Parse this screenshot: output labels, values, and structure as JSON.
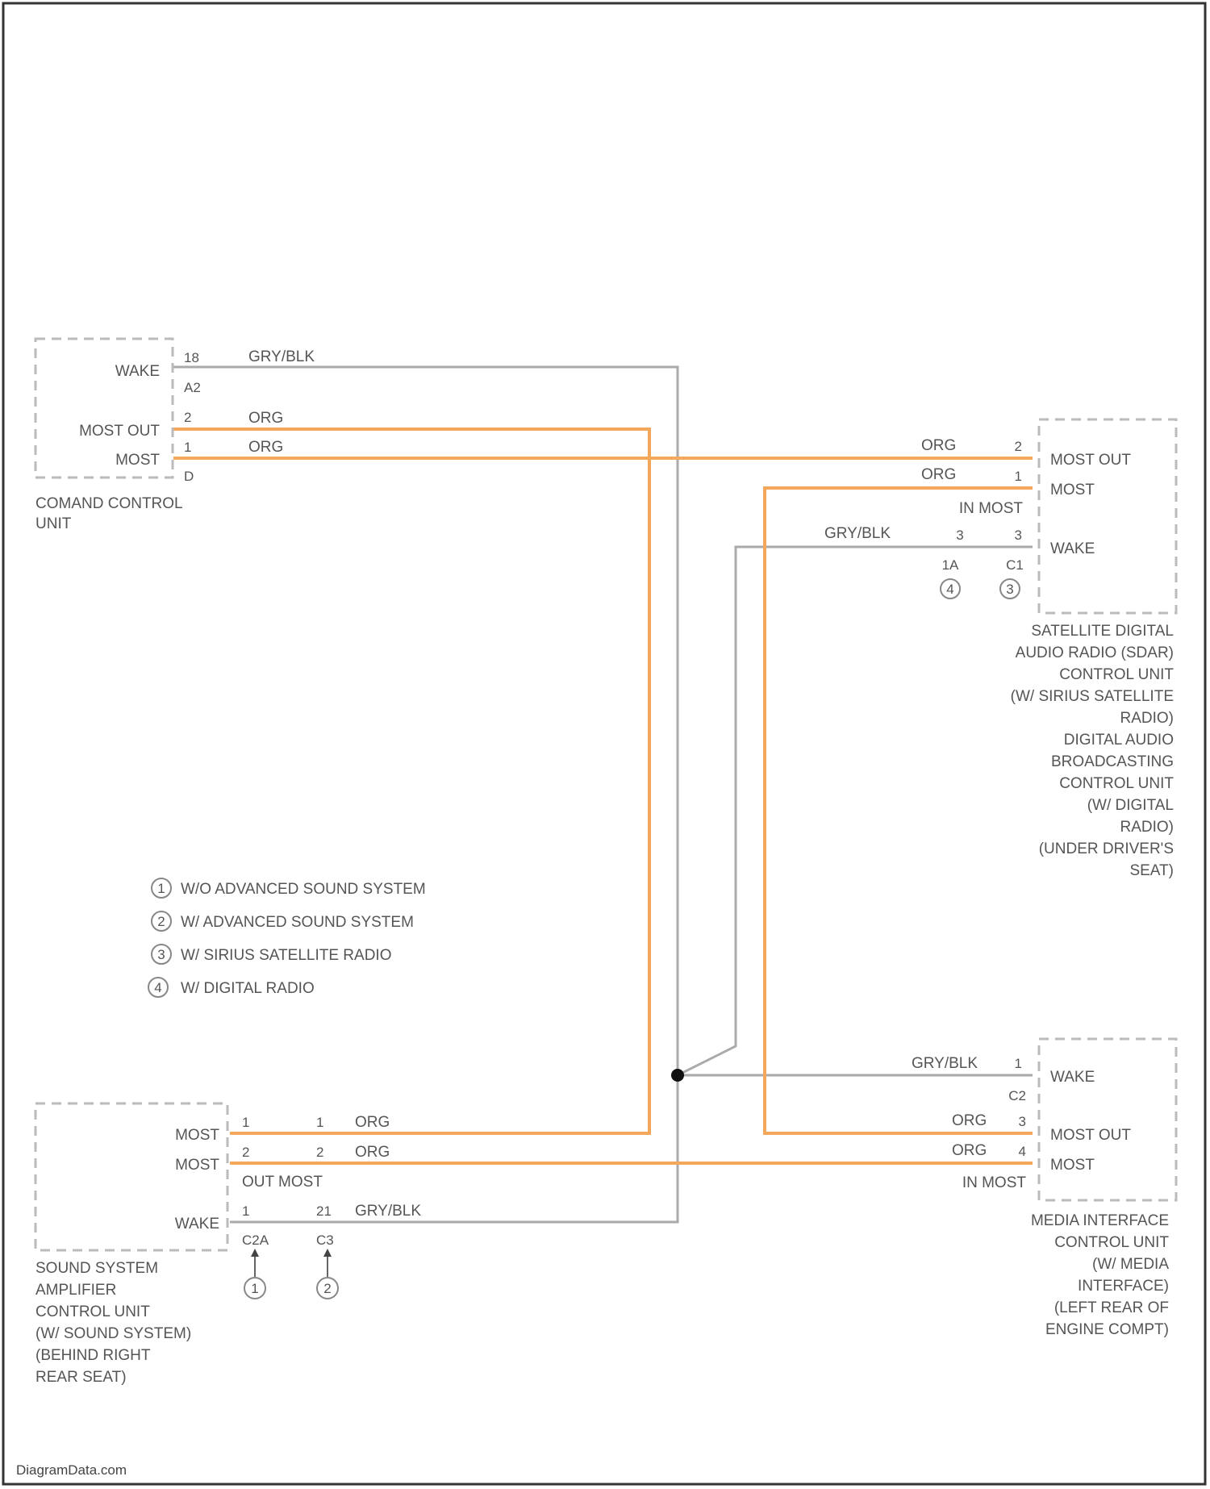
{
  "colors": {
    "most_wire": "#F4A85C",
    "wake_wire": "#AAAAAA",
    "text": "#555555",
    "box_border": "#BBBBBB"
  },
  "wire_labels": {
    "gry_blk": "GRY/BLK",
    "org": "ORG"
  },
  "command_unit": {
    "name_line1": "COMAND CONTROL",
    "name_line2": "UNIT",
    "pin_wake": "WAKE",
    "pin_most_out": "MOST OUT",
    "pin_most": "MOST",
    "num_wake": "18",
    "conn_a2": "A2",
    "num_most_out": "2",
    "num_most": "1",
    "conn_d": "D"
  },
  "satellite_unit": {
    "pin_most_out": "MOST OUT",
    "pin_most": "MOST",
    "pin_wake": "WAKE",
    "num_most_out": "2",
    "num_most": "1",
    "in_most": "IN MOST",
    "splice_num": "3",
    "num_wake": "3",
    "conn_1a": "1A",
    "conn_c1": "C1",
    "mark_1a": "4",
    "mark_c1": "3",
    "name_lines": [
      "SATELLITE DIGITAL",
      "AUDIO RADIO (SDAR)",
      "CONTROL UNIT",
      "(W/ SIRIUS SATELLITE",
      "RADIO)",
      "DIGITAL AUDIO",
      "BROADCASTING",
      "CONTROL UNIT",
      "(W/ DIGITAL",
      "RADIO)",
      "(UNDER DRIVER'S",
      "SEAT)"
    ]
  },
  "legend": [
    {
      "num": "1",
      "text": "W/O ADVANCED SOUND SYSTEM"
    },
    {
      "num": "2",
      "text": "W/ ADVANCED SOUND SYSTEM"
    },
    {
      "num": "3",
      "text": "W/ SIRIUS SATELLITE RADIO"
    },
    {
      "num": "4",
      "text": "W/ DIGITAL RADIO"
    }
  ],
  "amplifier_unit": {
    "pin_most_out": "MOST",
    "pin_most": "MOST",
    "pin_wake": "WAKE",
    "num_a_most_out": "1",
    "num_a_most": "2",
    "num_a_wake": "1",
    "num_b_most_out": "1",
    "num_b_most": "2",
    "num_b_wake": "21",
    "out_most": "OUT MOST",
    "conn_c2a": "C2A",
    "conn_c3": "C3",
    "mark_c2a": "1",
    "mark_c3": "2",
    "name_lines": [
      "SOUND SYSTEM",
      "AMPLIFIER",
      "CONTROL UNIT",
      "(W/ SOUND SYSTEM)",
      "(BEHIND RIGHT",
      "REAR SEAT)"
    ]
  },
  "media_unit": {
    "pin_wake": "WAKE",
    "pin_most_out": "MOST OUT",
    "pin_most": "MOST",
    "num_wake": "1",
    "conn_c2": "C2",
    "num_most_out": "3",
    "num_most": "4",
    "in_most": "IN MOST",
    "name_lines": [
      "MEDIA INTERFACE",
      "CONTROL UNIT",
      "(W/ MEDIA",
      "INTERFACE)",
      "(LEFT REAR OF",
      "ENGINE COMPT)"
    ]
  },
  "footer": "DiagramData.com"
}
